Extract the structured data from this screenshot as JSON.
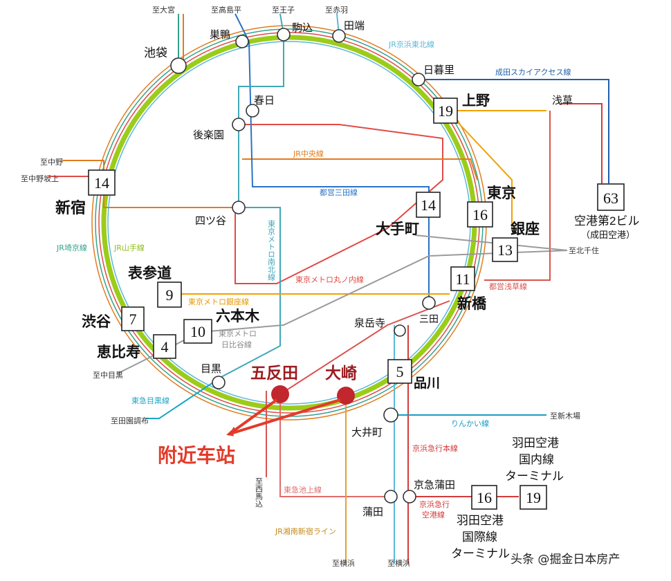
{
  "colors": {
    "yamanote": "#9ccc1a",
    "saikyo": "#35a38a",
    "keihintohoku": "#5bb8d8",
    "chuo": "#e17b1e",
    "marunouchi": "#e04a45",
    "mita": "#2b72c6",
    "namboku": "#3fa8b8",
    "ginza": "#f0a100",
    "hibiya": "#9a9a9a",
    "asakusa": "#d9534f",
    "skyaccess": "#1f5faa",
    "keikyu": "#d53a3a",
    "rinkai": "#1b9ac0",
    "ikegami": "#e06b6b",
    "meguro": "#1ca6c4",
    "shonan": "#e5a033",
    "highlight": "#e23b2a",
    "station_dot": "#c1272d"
  },
  "directions": {
    "omiya": "至大宮",
    "takashimadaira": "至高島平",
    "oji": "至王子",
    "akabane": "至赤羽",
    "nakano": "至中野",
    "nakanosakaue": "至中野坂上",
    "kitasenju": "至北千住",
    "nakameguro": "至中目黒",
    "denenchofu": "至田園調布",
    "shinkiba": "至新木場",
    "nishimagome": "至西馬込",
    "yokohama1": "至横浜",
    "yokohama2": "至横浜"
  },
  "stations": {
    "ikebukuro": "池袋",
    "sugamo": "巣鴨",
    "komagome": "駒込",
    "tabata": "田端",
    "nippori": "日暮里",
    "ueno": "上野",
    "asakusa": "浅草",
    "kasuga": "春日",
    "korakuen": "後楽園",
    "shinjuku": "新宿",
    "yotsuya": "四ツ谷",
    "tokyo": "東京",
    "otemachi": "大手町",
    "ginza": "銀座",
    "shimbashi": "新橋",
    "omotesando": "表参道",
    "shibuya": "渋谷",
    "roppongi": "六本木",
    "ebisu": "恵比寿",
    "mita": "三田",
    "sengakuji": "泉岳寺",
    "shinagawa": "品川",
    "meguro": "目黒",
    "gotanda": "五反田",
    "osaki": "大崎",
    "oimachi": "大井町",
    "kamata": "蒲田",
    "keikyukamata": "京急蒲田",
    "airport_t2": "空港第2ビル",
    "airport_t2_sub": "（成田空港）",
    "haneda_dom_1": "羽田空港",
    "haneda_dom_2": "国内線",
    "haneda_dom_3": "ターミナル",
    "haneda_int_1": "羽田空港",
    "haneda_int_2": "国際線",
    "haneda_int_3": "ターミナル"
  },
  "minutes": {
    "ueno": "19",
    "shinjuku": "14",
    "narita": "63",
    "otemachi": "14",
    "tokyo": "16",
    "ginza": "13",
    "shimbashi": "11",
    "omotesando": "9",
    "shibuya": "7",
    "roppongi": "10",
    "ebisu": "4",
    "shinagawa": "5",
    "haneda_int": "16",
    "haneda_dom": "19"
  },
  "lines": {
    "keihintohoku": "JR京浜東北線",
    "skyaccess": "成田スカイアクセス線",
    "chuo": "JR中央線",
    "mita": "都営三田線",
    "saikyo": "JR埼京線",
    "yamanote": "JR山手線",
    "namboku": "東京メトロ南北線",
    "marunouchi": "東京メトロ丸ノ内線",
    "ginza": "東京メトロ銀座線",
    "asakusa": "都営浅草線",
    "hibiya_1": "東京メトロ",
    "hibiya_2": "日比谷線",
    "meguro": "東急目黒線",
    "rinkai": "りんかい線",
    "keikyu": "京浜急行本線",
    "ikegami": "東急池上線",
    "keikyu_airport_1": "京浜急行",
    "keikyu_airport_2": "空港線",
    "shonan": "JR湘南新宿ライン"
  },
  "callout": "附近车站",
  "watermark": "头条 @掘金日本房产"
}
